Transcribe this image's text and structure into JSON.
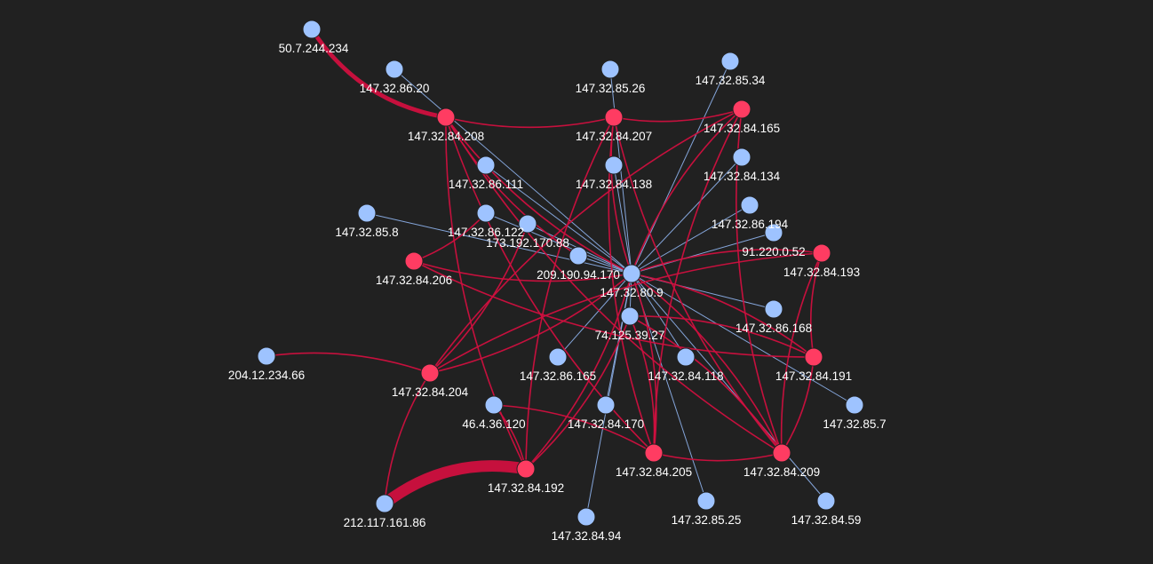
{
  "colors": {
    "background": "#212121",
    "host_node": "#9ec3ff",
    "alert_node": "#ff3c62",
    "host_edge": "#8fb4ee",
    "alert_edge": "#d0103f",
    "label": "#ffffff"
  },
  "nodes": [
    {
      "id": "50.7.244.234",
      "type": "host"
    },
    {
      "id": "147.32.86.20",
      "type": "host"
    },
    {
      "id": "147.32.84.208",
      "type": "alert"
    },
    {
      "id": "147.32.85.26",
      "type": "host"
    },
    {
      "id": "147.32.84.207",
      "type": "alert"
    },
    {
      "id": "147.32.85.34",
      "type": "host"
    },
    {
      "id": "147.32.84.165",
      "type": "alert"
    },
    {
      "id": "147.32.86.111",
      "type": "host"
    },
    {
      "id": "147.32.84.138",
      "type": "host"
    },
    {
      "id": "147.32.84.134",
      "type": "host"
    },
    {
      "id": "147.32.85.8",
      "type": "host"
    },
    {
      "id": "147.32.86.122",
      "type": "host"
    },
    {
      "id": "173.192.170.88",
      "type": "host"
    },
    {
      "id": "147.32.86.194",
      "type": "host"
    },
    {
      "id": "91.220.0.52",
      "type": "host"
    },
    {
      "id": "147.32.84.193",
      "type": "alert"
    },
    {
      "id": "147.32.84.206",
      "type": "alert"
    },
    {
      "id": "209.190.94.170",
      "type": "host"
    },
    {
      "id": "147.32.80.9",
      "type": "host"
    },
    {
      "id": "74.125.39.27",
      "type": "host"
    },
    {
      "id": "147.32.86.168",
      "type": "host"
    },
    {
      "id": "204.12.234.66",
      "type": "host"
    },
    {
      "id": "147.32.84.204",
      "type": "alert"
    },
    {
      "id": "147.32.86.165",
      "type": "host"
    },
    {
      "id": "147.32.84.118",
      "type": "host"
    },
    {
      "id": "147.32.84.191",
      "type": "alert"
    },
    {
      "id": "46.4.36.120",
      "type": "host"
    },
    {
      "id": "147.32.84.170",
      "type": "host"
    },
    {
      "id": "147.32.85.7",
      "type": "host"
    },
    {
      "id": "147.32.84.192",
      "type": "alert"
    },
    {
      "id": "147.32.84.205",
      "type": "alert"
    },
    {
      "id": "147.32.84.209",
      "type": "alert"
    },
    {
      "id": "212.117.161.86",
      "type": "host"
    },
    {
      "id": "147.32.84.94",
      "type": "host"
    },
    {
      "id": "147.32.85.25",
      "type": "host"
    },
    {
      "id": "147.32.84.59",
      "type": "host"
    }
  ],
  "edges": [
    {
      "source": "50.7.244.234",
      "target": "147.32.84.208",
      "weight": 3,
      "type": "alert"
    },
    {
      "source": "147.32.86.20",
      "target": "147.32.80.9",
      "weight": 1,
      "type": "host"
    },
    {
      "source": "147.32.85.26",
      "target": "147.32.80.9",
      "weight": 1,
      "type": "host"
    },
    {
      "source": "147.32.85.34",
      "target": "147.32.80.9",
      "weight": 1,
      "type": "host"
    },
    {
      "source": "147.32.86.111",
      "target": "147.32.80.9",
      "weight": 1,
      "type": "host"
    },
    {
      "source": "147.32.84.138",
      "target": "147.32.80.9",
      "weight": 1,
      "type": "host"
    },
    {
      "source": "147.32.84.134",
      "target": "147.32.80.9",
      "weight": 1,
      "type": "host"
    },
    {
      "source": "147.32.85.8",
      "target": "147.32.80.9",
      "weight": 1,
      "type": "host"
    },
    {
      "source": "147.32.86.122",
      "target": "147.32.80.9",
      "weight": 1,
      "type": "host"
    },
    {
      "source": "147.32.86.194",
      "target": "147.32.80.9",
      "weight": 1,
      "type": "host"
    },
    {
      "source": "147.32.86.168",
      "target": "147.32.80.9",
      "weight": 1,
      "type": "host"
    },
    {
      "source": "147.32.86.165",
      "target": "147.32.80.9",
      "weight": 1,
      "type": "host"
    },
    {
      "source": "147.32.84.118",
      "target": "147.32.80.9",
      "weight": 1,
      "type": "host"
    },
    {
      "source": "147.32.84.170",
      "target": "147.32.80.9",
      "weight": 1,
      "type": "host"
    },
    {
      "source": "147.32.85.7",
      "target": "147.32.80.9",
      "weight": 1,
      "type": "host"
    },
    {
      "source": "147.32.84.94",
      "target": "147.32.80.9",
      "weight": 1,
      "type": "host"
    },
    {
      "source": "147.32.85.25",
      "target": "147.32.80.9",
      "weight": 1,
      "type": "host"
    },
    {
      "source": "147.32.84.59",
      "target": "147.32.80.9",
      "weight": 1,
      "type": "host"
    },
    {
      "source": "209.190.94.170",
      "target": "147.32.80.9",
      "weight": 1,
      "type": "host"
    },
    {
      "source": "74.125.39.27",
      "target": "147.32.80.9",
      "weight": 1,
      "type": "host"
    },
    {
      "source": "91.220.0.52",
      "target": "147.32.80.9",
      "weight": 1,
      "type": "host"
    },
    {
      "source": "173.192.170.88",
      "target": "147.32.80.9",
      "weight": 1,
      "type": "host"
    },
    {
      "source": "147.32.84.208",
      "target": "147.32.80.9",
      "weight": 1,
      "type": "alert"
    },
    {
      "source": "147.32.84.207",
      "target": "147.32.80.9",
      "weight": 1,
      "type": "alert"
    },
    {
      "source": "147.32.84.165",
      "target": "147.32.80.9",
      "weight": 1,
      "type": "alert"
    },
    {
      "source": "147.32.84.193",
      "target": "147.32.80.9",
      "weight": 1,
      "type": "alert"
    },
    {
      "source": "147.32.84.206",
      "target": "147.32.80.9",
      "weight": 1,
      "type": "alert"
    },
    {
      "source": "147.32.84.204",
      "target": "147.32.80.9",
      "weight": 1,
      "type": "alert"
    },
    {
      "source": "147.32.84.191",
      "target": "147.32.80.9",
      "weight": 1,
      "type": "alert"
    },
    {
      "source": "147.32.84.192",
      "target": "147.32.80.9",
      "weight": 1,
      "type": "alert"
    },
    {
      "source": "147.32.84.205",
      "target": "147.32.80.9",
      "weight": 1,
      "type": "alert"
    },
    {
      "source": "147.32.84.209",
      "target": "147.32.80.9",
      "weight": 1,
      "type": "alert"
    },
    {
      "source": "147.32.84.208",
      "target": "209.190.94.170",
      "weight": 1,
      "type": "alert"
    },
    {
      "source": "147.32.84.208",
      "target": "147.32.84.207",
      "weight": 1,
      "type": "alert"
    },
    {
      "source": "147.32.84.208",
      "target": "147.32.84.205",
      "weight": 1,
      "type": "alert"
    },
    {
      "source": "147.32.84.208",
      "target": "147.32.84.209",
      "weight": 1,
      "type": "alert"
    },
    {
      "source": "147.32.84.208",
      "target": "147.32.84.192",
      "weight": 1,
      "type": "alert"
    },
    {
      "source": "147.32.84.207",
      "target": "147.32.84.165",
      "weight": 1,
      "type": "alert"
    },
    {
      "source": "147.32.84.207",
      "target": "147.32.84.205",
      "weight": 1,
      "type": "alert"
    },
    {
      "source": "147.32.84.207",
      "target": "147.32.84.209",
      "weight": 1,
      "type": "alert"
    },
    {
      "source": "147.32.84.207",
      "target": "147.32.84.192",
      "weight": 1,
      "type": "alert"
    },
    {
      "source": "147.32.84.165",
      "target": "147.32.84.204",
      "weight": 1,
      "type": "alert"
    },
    {
      "source": "147.32.84.165",
      "target": "147.32.84.205",
      "weight": 1,
      "type": "alert"
    },
    {
      "source": "147.32.84.165",
      "target": "147.32.84.209",
      "weight": 1,
      "type": "alert"
    },
    {
      "source": "147.32.84.193",
      "target": "147.32.84.204",
      "weight": 1,
      "type": "alert"
    },
    {
      "source": "147.32.84.193",
      "target": "147.32.84.191",
      "weight": 1,
      "type": "alert"
    },
    {
      "source": "147.32.84.193",
      "target": "147.32.84.209",
      "weight": 1,
      "type": "alert"
    },
    {
      "source": "147.32.84.206",
      "target": "147.32.86.122",
      "weight": 1,
      "type": "alert"
    },
    {
      "source": "147.32.84.206",
      "target": "147.32.84.191",
      "weight": 1,
      "type": "alert"
    },
    {
      "source": "147.32.84.204",
      "target": "204.12.234.66",
      "weight": 1,
      "type": "alert"
    },
    {
      "source": "147.32.84.204",
      "target": "212.117.161.86",
      "weight": 1,
      "type": "alert"
    },
    {
      "source": "147.32.84.204",
      "target": "173.192.170.88",
      "weight": 1,
      "type": "alert"
    },
    {
      "source": "147.32.84.192",
      "target": "212.117.161.86",
      "weight": 8,
      "type": "alert"
    },
    {
      "source": "147.32.84.192",
      "target": "46.4.36.120",
      "weight": 1,
      "type": "alert"
    },
    {
      "source": "147.32.84.192",
      "target": "74.125.39.27",
      "weight": 1,
      "type": "alert"
    },
    {
      "source": "147.32.84.205",
      "target": "46.4.36.120",
      "weight": 1,
      "type": "alert"
    },
    {
      "source": "147.32.84.205",
      "target": "147.32.84.209",
      "weight": 1,
      "type": "alert"
    },
    {
      "source": "147.32.84.205",
      "target": "74.125.39.27",
      "weight": 1,
      "type": "alert"
    },
    {
      "source": "147.32.84.209",
      "target": "147.32.84.191",
      "weight": 1,
      "type": "alert"
    },
    {
      "source": "147.32.84.209",
      "target": "74.125.39.27",
      "weight": 1,
      "type": "alert"
    },
    {
      "source": "147.32.84.191",
      "target": "74.125.39.27",
      "weight": 1,
      "type": "alert"
    }
  ]
}
